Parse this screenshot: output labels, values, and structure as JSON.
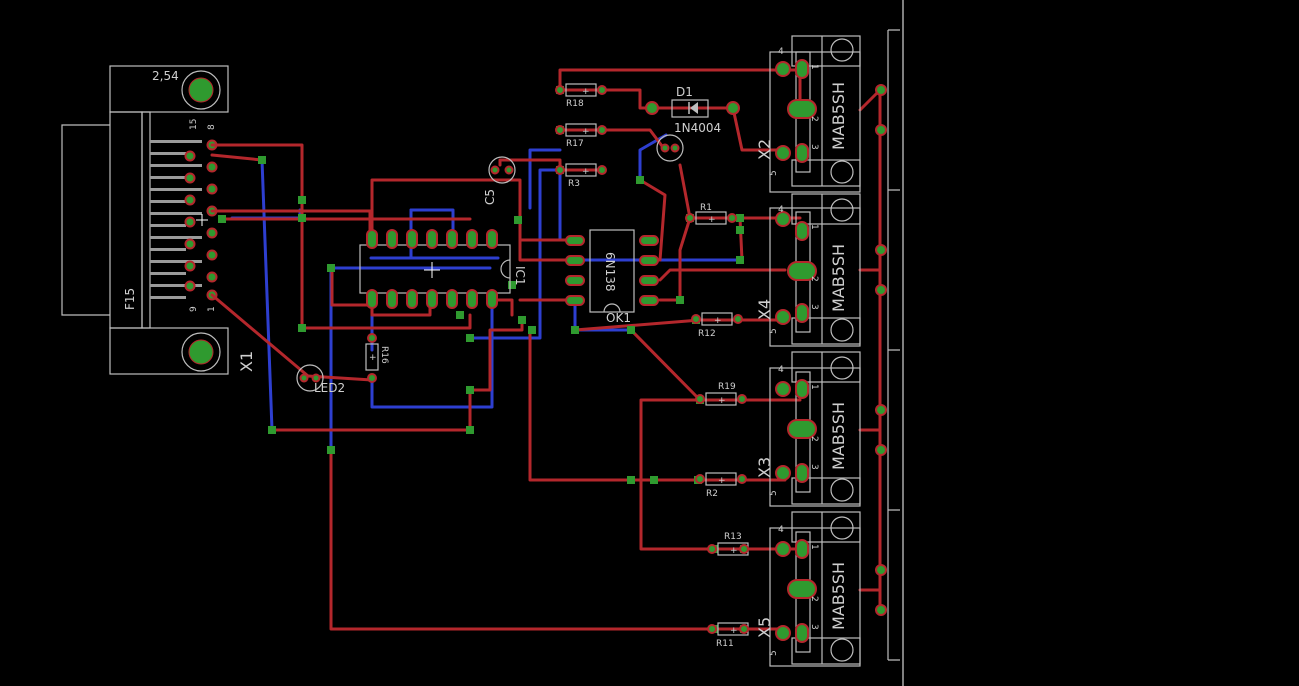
{
  "connector": {
    "pitch": "2,54",
    "name": "X1",
    "value": "F15",
    "pins": [
      "15",
      "8",
      "9",
      "1"
    ]
  },
  "ic1": {
    "name": "IC1"
  },
  "optocoupler": {
    "name": "OK1",
    "value": "6N138"
  },
  "diode": {
    "name": "D1",
    "value": "1N4004"
  },
  "capacitor": {
    "name": "C5"
  },
  "led": {
    "name": "LED2"
  },
  "resistors": [
    {
      "id": "r18",
      "label": "R18"
    },
    {
      "id": "r17",
      "label": "R17"
    },
    {
      "id": "r3",
      "label": "R3"
    },
    {
      "id": "r1",
      "label": "R1"
    },
    {
      "id": "r16",
      "label": "R16"
    },
    {
      "id": "r12",
      "label": "R12"
    },
    {
      "id": "r19",
      "label": "R19"
    },
    {
      "id": "r2",
      "label": "R2"
    },
    {
      "id": "r13",
      "label": "R13"
    },
    {
      "id": "r11",
      "label": "R11"
    }
  ],
  "din_connectors": [
    {
      "name": "X2",
      "value": "MAB5SH"
    },
    {
      "name": "X4",
      "value": "MAB5SH"
    },
    {
      "name": "X3",
      "value": "MAB5SH"
    },
    {
      "name": "X5",
      "value": "MAB5SH"
    }
  ],
  "din_pins": [
    "4",
    "1",
    "2",
    "3",
    "5"
  ],
  "colors": {
    "background": "#000000",
    "top_trace": "#b4272c",
    "bottom_trace": "#2e3fd0",
    "pad": "#2f9a2f",
    "silkscreen": "#bdbdbd"
  }
}
